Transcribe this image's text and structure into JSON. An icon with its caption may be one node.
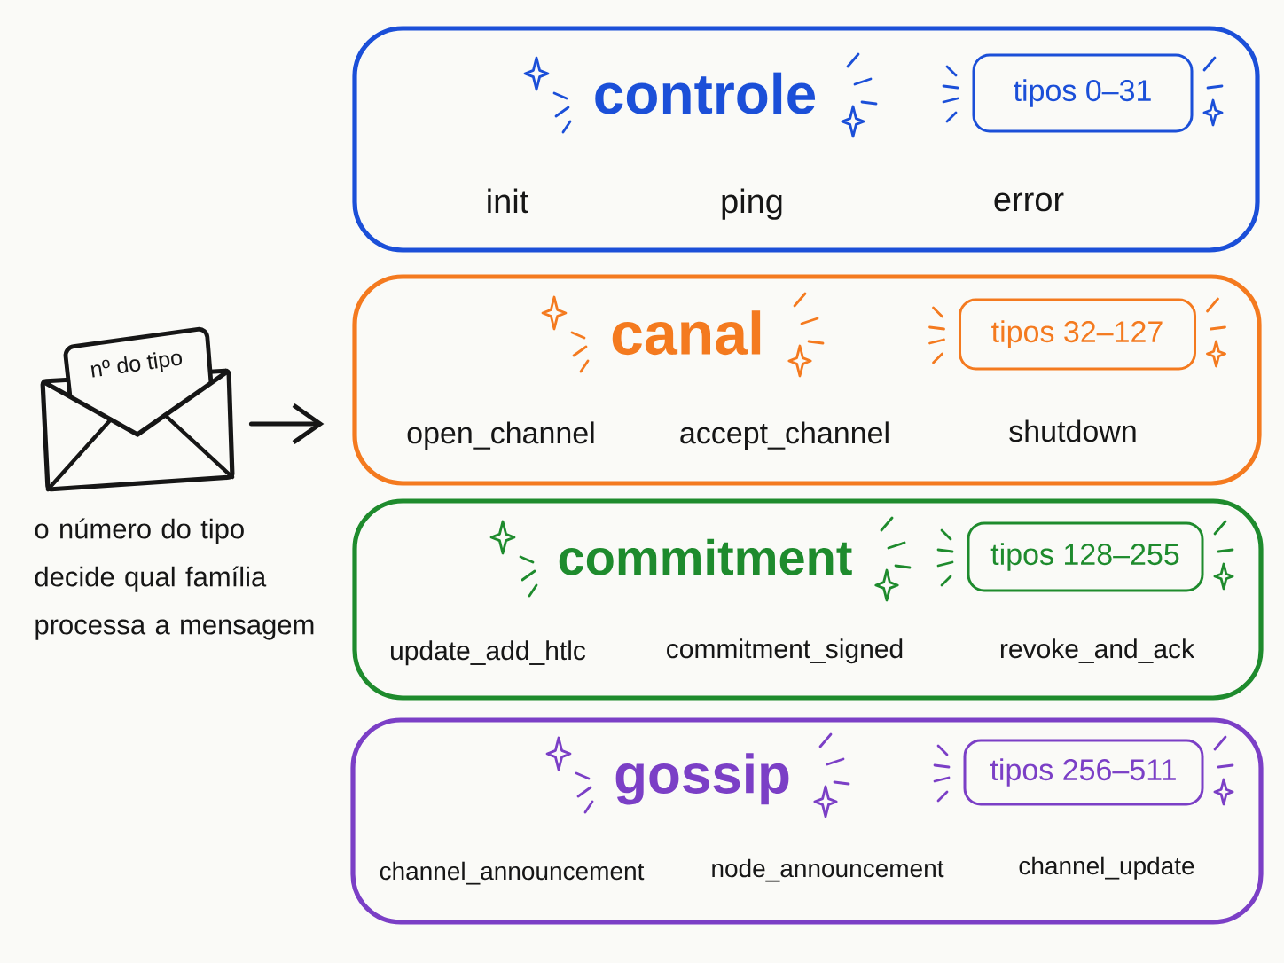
{
  "diagram": {
    "nodes": [
      {
        "text": [
          "nº do tipo"
        ],
        "beside": [
          "o número do tipo decide qual família processa a mensagem"
        ]
      },
      {
        "text": [
          "controle",
          "init",
          "ping",
          "error"
        ]
      },
      {
        "text": [
          "tipos 0–31"
        ],
        "in": 1
      },
      {
        "text": [
          "canal",
          "open_channel",
          "accept_channel",
          "shutdown"
        ]
      },
      {
        "text": [
          "tipos 32–127"
        ],
        "in": 3
      },
      {
        "text": [
          "commitment",
          "update_add_htlc",
          "commitment_signed",
          "revoke_and_ack"
        ]
      },
      {
        "text": [
          "tipos 128–255"
        ],
        "in": 5
      },
      {
        "text": [
          "gossip",
          "channel_announcement",
          "node_announcement",
          "channel_update"
        ]
      },
      {
        "text": [
          "tipos 256–511"
        ],
        "in": 7
      }
    ],
    "edges": [
      {
        "from": 0,
        "to": 3,
        "arrow": "to"
      }
    ]
  }
}
